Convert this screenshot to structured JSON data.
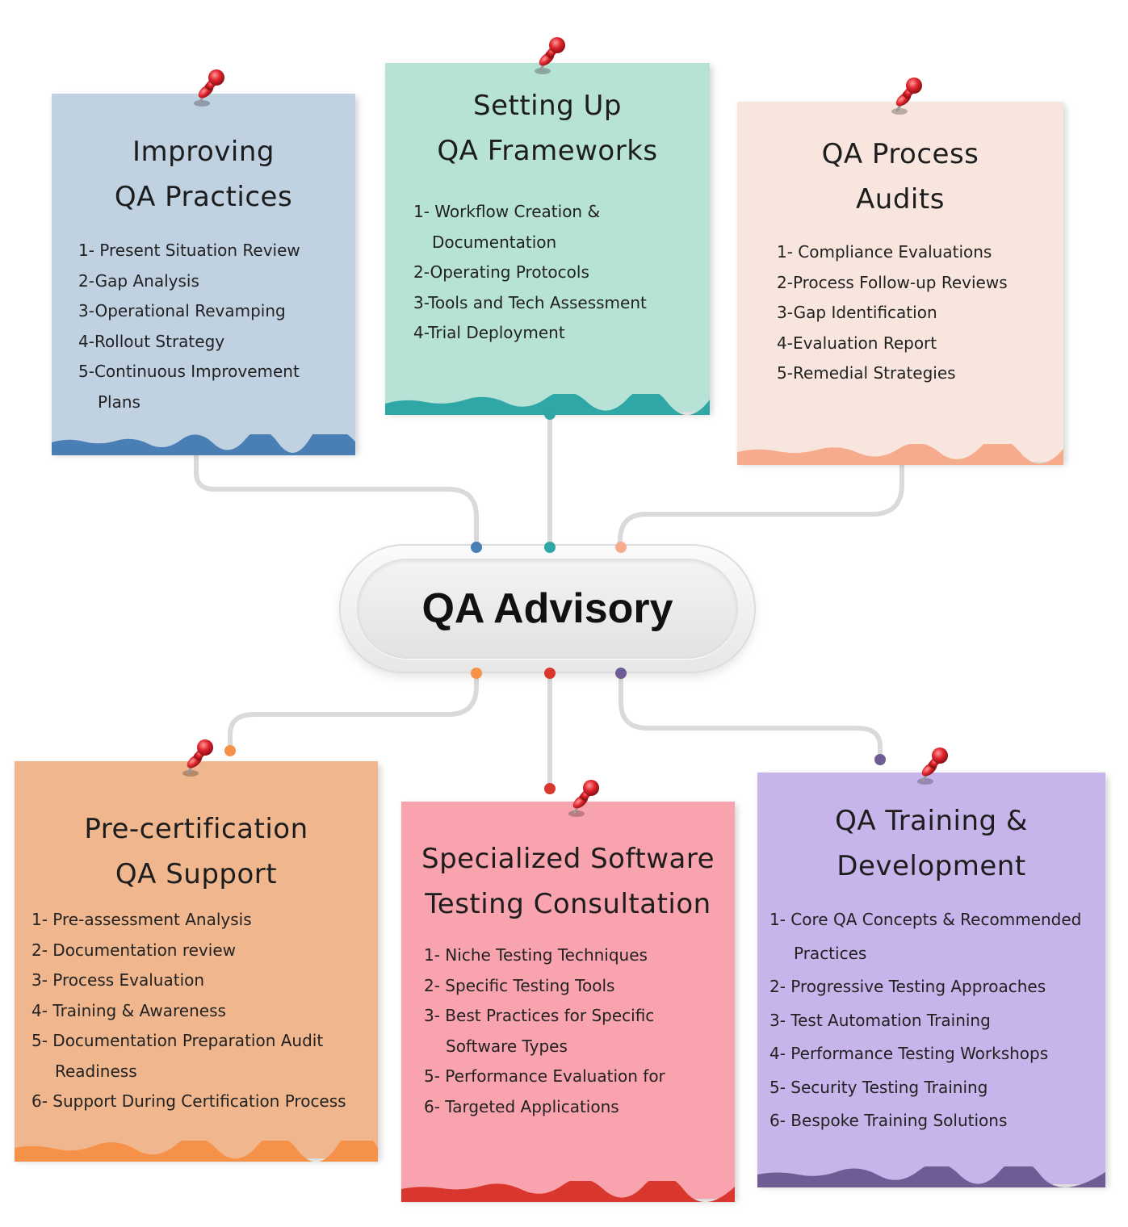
{
  "center": {
    "title": "QA Advisory"
  },
  "colors": {
    "improving_bg": "#c0d1e2",
    "improving_edge": "#4a7fb5",
    "frameworks_bg": "#b7e2d6",
    "frameworks_edge": "#2fa7a7",
    "audits_bg": "#f8e5dd",
    "audits_edge": "#f6ab8c",
    "precert_bg": "#f0b78f",
    "precert_edge": "#f6914a",
    "specialized_bg": "#f9a3ae",
    "specialized_edge": "#d9372e",
    "training_bg": "#c7b4ea",
    "training_edge": "#6d5d94",
    "pin": "#e0262e",
    "connector": "#d9d9d9"
  },
  "notes": {
    "improving": {
      "title": [
        "Improving",
        "QA Practices"
      ],
      "items": [
        {
          "text": "1- Present Situation Review"
        },
        {
          "text": "2-Gap Analysis"
        },
        {
          "text": "3-Operational Revamping"
        },
        {
          "text": "4-Rollout Strategy"
        },
        {
          "text": "5-Continuous Improvement",
          "cont": "Plans"
        }
      ]
    },
    "frameworks": {
      "title": [
        "Setting Up",
        "QA Frameworks"
      ],
      "items": [
        {
          "text": "1- Workflow Creation &",
          "cont": "Documentation"
        },
        {
          "text": "2-Operating Protocols"
        },
        {
          "text": "3-Tools and Tech Assessment"
        },
        {
          "text": "4-Trial Deployment"
        }
      ]
    },
    "audits": {
      "title": [
        "QA Process",
        "Audits"
      ],
      "items": [
        {
          "text": "1- Compliance Evaluations"
        },
        {
          "text": "2-Process Follow-up Reviews"
        },
        {
          "text": "3-Gap Identification"
        },
        {
          "text": "4-Evaluation Report"
        },
        {
          "text": "5-Remedial Strategies"
        }
      ]
    },
    "precert": {
      "title": [
        "Pre-certification",
        "QA Support"
      ],
      "items": [
        {
          "text": "1-  Pre-assessment Analysis"
        },
        {
          "text": "2- Documentation review"
        },
        {
          "text": "3- Process Evaluation"
        },
        {
          "text": "4- Training & Awareness"
        },
        {
          "text": "5- Documentation Preparation Audit",
          "cont": "Readiness"
        },
        {
          "text": "6- Support During Certification Process"
        }
      ]
    },
    "specialized": {
      "title": [
        "Specialized Software",
        "Testing Consultation"
      ],
      "items": [
        {
          "text": "1-  Niche Testing Techniques"
        },
        {
          "text": "2- Specific Testing Tools"
        },
        {
          "text": "3- Best Practices for Specific",
          "cont": "Software Types"
        },
        {
          "text": "5- Performance Evaluation for"
        },
        {
          "text": "6- Targeted Applications"
        }
      ]
    },
    "training": {
      "title": [
        "QA Training &",
        "Development"
      ],
      "items": [
        {
          "text": "1-  Core QA Concepts & Recommended",
          "cont": "Practices"
        },
        {
          "text": "2- Progressive Testing Approaches"
        },
        {
          "text": "3- Test Automation Training"
        },
        {
          "text": "4- Performance Testing Workshops"
        },
        {
          "text": "5- Security Testing Training"
        },
        {
          "text": "6- Bespoke Training Solutions"
        }
      ]
    }
  },
  "icons": {
    "pin": "push-pin-icon"
  }
}
